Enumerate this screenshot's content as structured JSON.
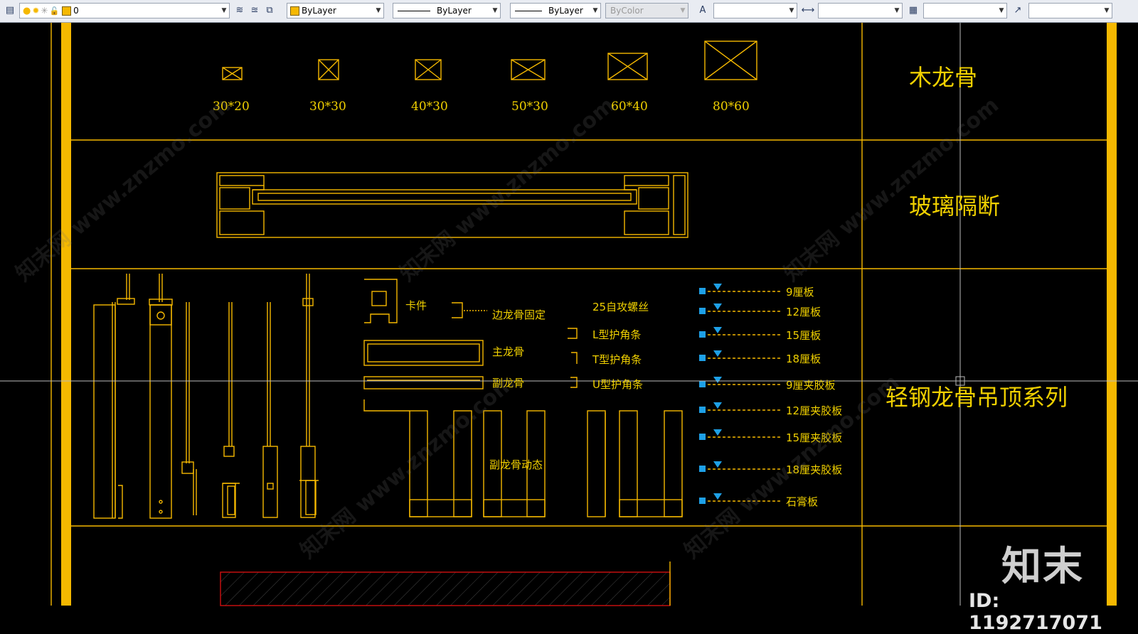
{
  "toolbar": {
    "layer_value": "0",
    "color_value": "ByLayer",
    "linetype_value": "ByLayer",
    "lineweight_value": "ByLayer",
    "plotstyle_value": "ByColor",
    "layer_swatch_color": "#f5b800"
  },
  "drawing": {
    "line_color": "#f5b800",
    "text_color": "#f0d000",
    "arrow_color": "#1ea0e6",
    "hatch_border_color": "#d01010",
    "wood_sizes": [
      "30*20",
      "30*30",
      "40*30",
      "50*30",
      "60*40",
      "80*60"
    ],
    "section_titles": [
      "木龙骨",
      "玻璃隔断",
      "轻钢龙骨吊顶系列"
    ],
    "component_labels": [
      "卡件",
      "边龙骨固定",
      "主龙骨",
      "副龙骨",
      "副龙骨动态",
      "25自攻螺丝",
      "L型护角条",
      "T型护角条",
      "U型护角条"
    ],
    "board_labels": [
      "9厘板",
      "12厘板",
      "15厘板",
      "18厘板",
      "9厘夹胶板",
      "12厘夹胶板",
      "15厘夹胶板",
      "18厘夹胶板",
      "石膏板"
    ]
  },
  "watermark": {
    "logo_text": "知末",
    "id_text": "ID: 1192717071",
    "site_text": "知末网 www.znzmo.com"
  }
}
